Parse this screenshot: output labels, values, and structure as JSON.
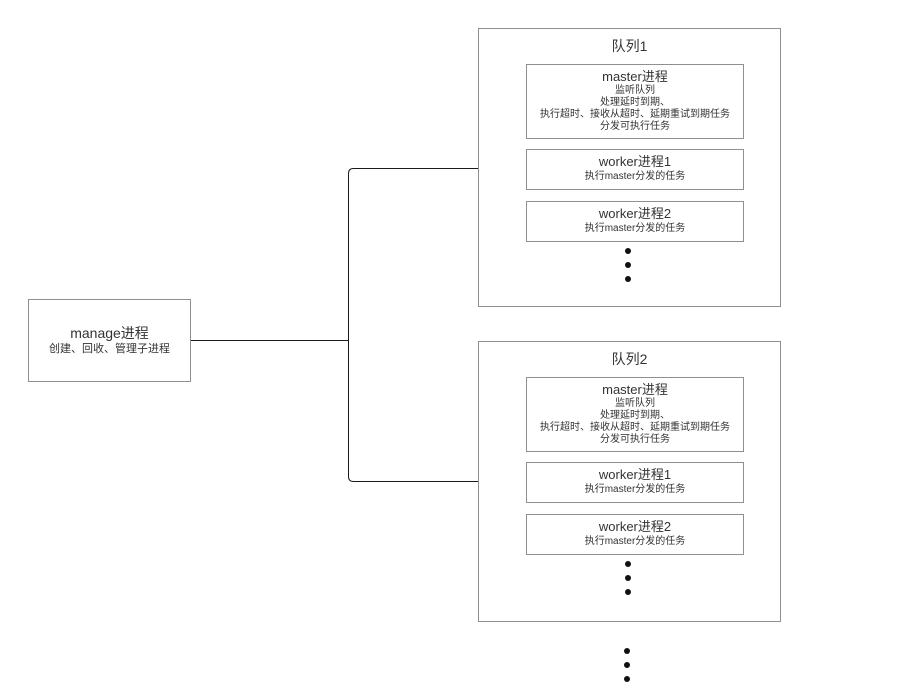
{
  "colors": {
    "background": "#ffffff",
    "box_border": "#8f8f8f",
    "connector": "#1a1a1a",
    "text": "#333333",
    "dot": "#111111"
  },
  "manage": {
    "title": "manage进程",
    "subtitle": "创建、回收、管理子进程"
  },
  "queues": [
    {
      "title": "队列1",
      "master": {
        "title": "master进程",
        "lines": [
          "监听队列",
          "处理延时到期、",
          "执行超时、接收从超时、延期重试到期任务",
          "分发可执行任务"
        ]
      },
      "workers": [
        {
          "title": "worker进程1",
          "subtitle": "执行master分发的任务"
        },
        {
          "title": "worker进程2",
          "subtitle": "执行master分发的任务"
        }
      ]
    },
    {
      "title": "队列2",
      "master": {
        "title": "master进程",
        "lines": [
          "监听队列",
          "处理延时到期、",
          "执行超时、接收从超时、延期重试到期任务",
          "分发可执行任务"
        ]
      },
      "workers": [
        {
          "title": "worker进程1",
          "subtitle": "执行master分发的任务"
        },
        {
          "title": "worker进程2",
          "subtitle": "执行master分发的任务"
        }
      ]
    }
  ],
  "icons": {
    "more_items": "vertical-ellipsis"
  }
}
